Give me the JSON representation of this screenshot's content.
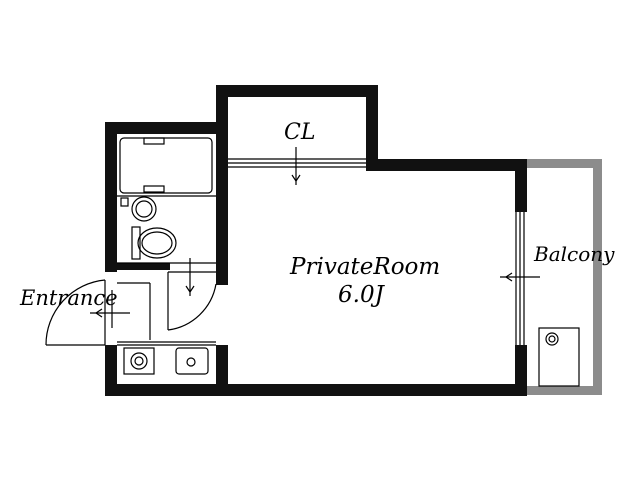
{
  "labels": {
    "closet": "CL",
    "room_name": "PrivateRoom",
    "room_size": "6.0J",
    "balcony": "Balcony",
    "entrance": "Entrance"
  },
  "colors": {
    "wall": "#111111",
    "balcony_wall": "#8c8c8c",
    "line": "#000000",
    "background": "#ffffff"
  }
}
